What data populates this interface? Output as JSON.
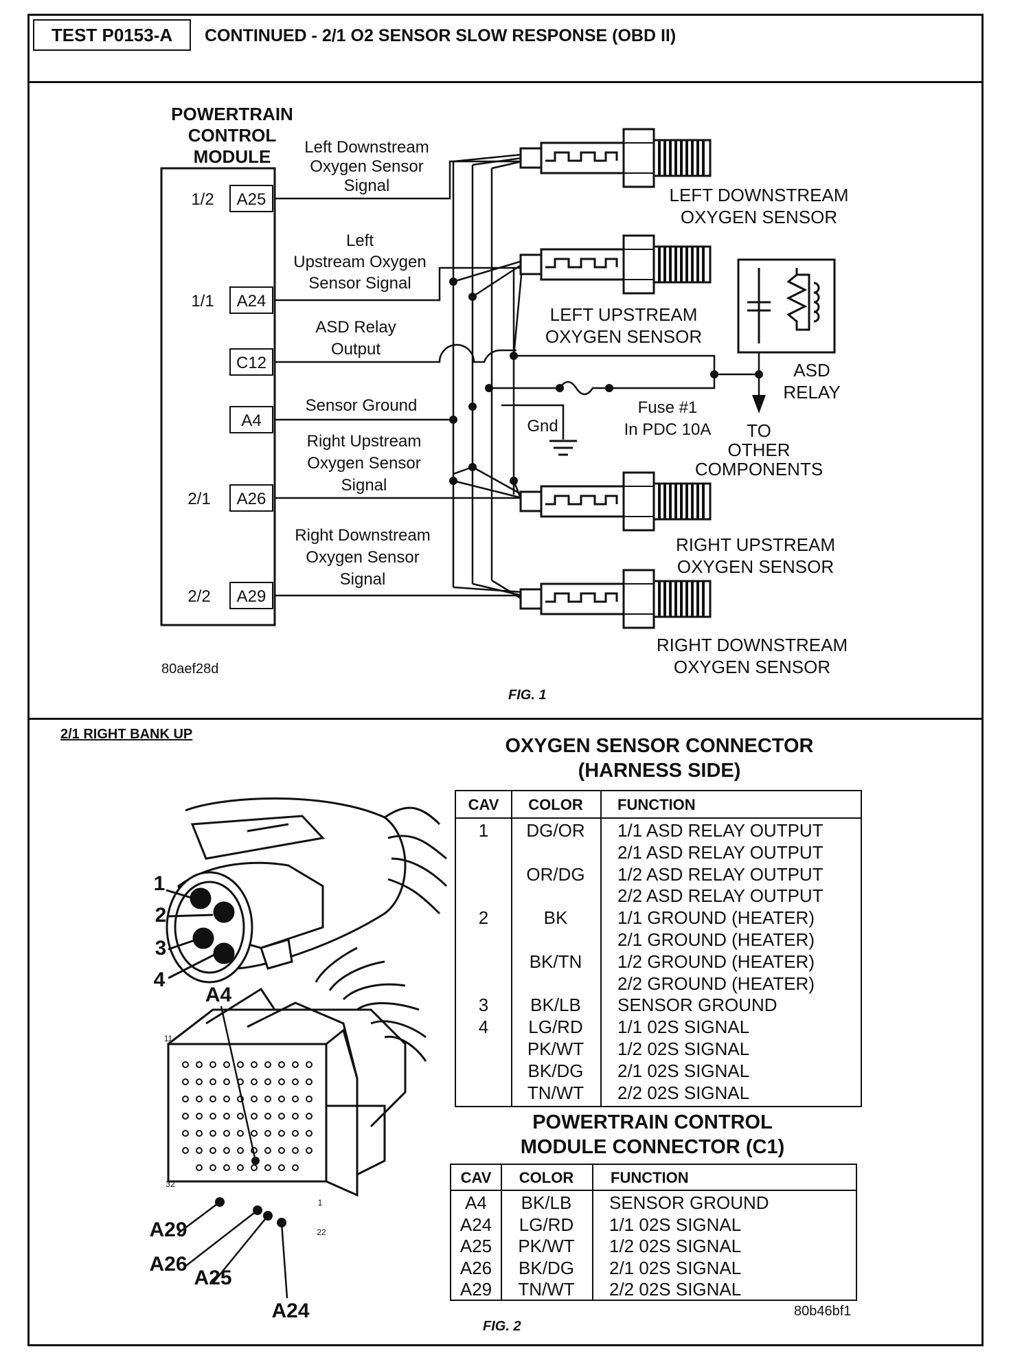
{
  "header": {
    "test_id": "TEST P0153-A",
    "title": "CONTINUED - 2/1 O2 SENSOR SLOW RESPONSE (OBD II)"
  },
  "fig1": {
    "pcm_label": [
      "POWERTRAIN",
      "CONTROL",
      "MODULE"
    ],
    "pins": [
      {
        "side": "1/2",
        "cav": "A25"
      },
      {
        "side": "1/1",
        "cav": "A24"
      },
      {
        "side": "",
        "cav": "C12"
      },
      {
        "side": "",
        "cav": "A4"
      },
      {
        "side": "2/1",
        "cav": "A26"
      },
      {
        "side": "2/2",
        "cav": "A29"
      }
    ],
    "wire_labels": {
      "left_down": [
        "Left Downstream",
        "Oxygen Sensor",
        "Signal"
      ],
      "left_up": [
        "Left",
        "Upstream Oxygen",
        "Sensor Signal"
      ],
      "asd": [
        "ASD Relay",
        "Output"
      ],
      "ground": [
        "Sensor Ground"
      ],
      "right_up": [
        "Right Upstream",
        "Oxygen Sensor",
        "Signal"
      ],
      "right_down": [
        "Right Downstream",
        "Oxygen Sensor",
        "Signal"
      ]
    },
    "sensor_labels": {
      "left_down": [
        "LEFT DOWNSTREAM",
        "OXYGEN SENSOR"
      ],
      "left_up": [
        "LEFT UPSTREAM",
        "OXYGEN SENSOR"
      ],
      "right_up": [
        "RIGHT UPSTREAM",
        "OXYGEN SENSOR"
      ],
      "right_down": [
        "RIGHT DOWNSTREAM",
        "OXYGEN SENSOR"
      ]
    },
    "asd_relay": [
      "ASD",
      "RELAY"
    ],
    "fuse": [
      "Fuse #1",
      "In PDC 10A"
    ],
    "gnd": "Gnd",
    "to_other": [
      "TO",
      "OTHER",
      "COMPONENTS"
    ],
    "code": "80aef28d",
    "caption": "FIG. 1"
  },
  "fig2": {
    "subtitle": "2/1 RIGHT BANK UP",
    "o2_title": [
      "OXYGEN SENSOR CONNECTOR",
      "(HARNESS SIDE)"
    ],
    "table_headers": [
      "CAV",
      "COLOR",
      "FUNCTION"
    ],
    "o2_rows": [
      [
        "1",
        "DG/OR",
        "1/1 ASD RELAY OUTPUT"
      ],
      [
        "",
        "",
        "2/1 ASD RELAY OUTPUT"
      ],
      [
        "",
        "OR/DG",
        "1/2 ASD RELAY OUTPUT"
      ],
      [
        "",
        "",
        "2/2 ASD RELAY OUTPUT"
      ],
      [
        "2",
        "BK",
        "1/1 GROUND (HEATER)"
      ],
      [
        "",
        "",
        "2/1 GROUND (HEATER)"
      ],
      [
        "",
        "BK/TN",
        "1/2 GROUND (HEATER)"
      ],
      [
        "",
        "",
        "2/2 GROUND (HEATER)"
      ],
      [
        "3",
        "BK/LB",
        "SENSOR GROUND"
      ],
      [
        "4",
        "LG/RD",
        "1/1 02S SIGNAL"
      ],
      [
        "",
        "PK/WT",
        "1/2 02S SIGNAL"
      ],
      [
        "",
        "BK/DG",
        "2/1 02S SIGNAL"
      ],
      [
        "",
        "TN/WT",
        "2/2 02S SIGNAL"
      ]
    ],
    "pcm_title": [
      "POWERTRAIN CONTROL",
      "MODULE CONNECTOR (C1)"
    ],
    "pcm_rows": [
      [
        "A4",
        "BK/LB",
        "SENSOR GROUND"
      ],
      [
        "A24",
        "LG/RD",
        "1/1 02S SIGNAL"
      ],
      [
        "A25",
        "PK/WT",
        "1/2 02S SIGNAL"
      ],
      [
        "A26",
        "BK/DG",
        "2/1 02S SIGNAL"
      ],
      [
        "A29",
        "TN/WT",
        "2/2 02S SIGNAL"
      ]
    ],
    "o2_pin_labels": [
      "1",
      "2",
      "3",
      "4"
    ],
    "pcm_callouts": [
      "A4",
      "A29",
      "A26",
      "A25",
      "A24"
    ],
    "pcm_small_labels": [
      "11",
      "32",
      "1",
      "22"
    ],
    "code": "80b46bf1",
    "caption": "FIG. 2"
  }
}
